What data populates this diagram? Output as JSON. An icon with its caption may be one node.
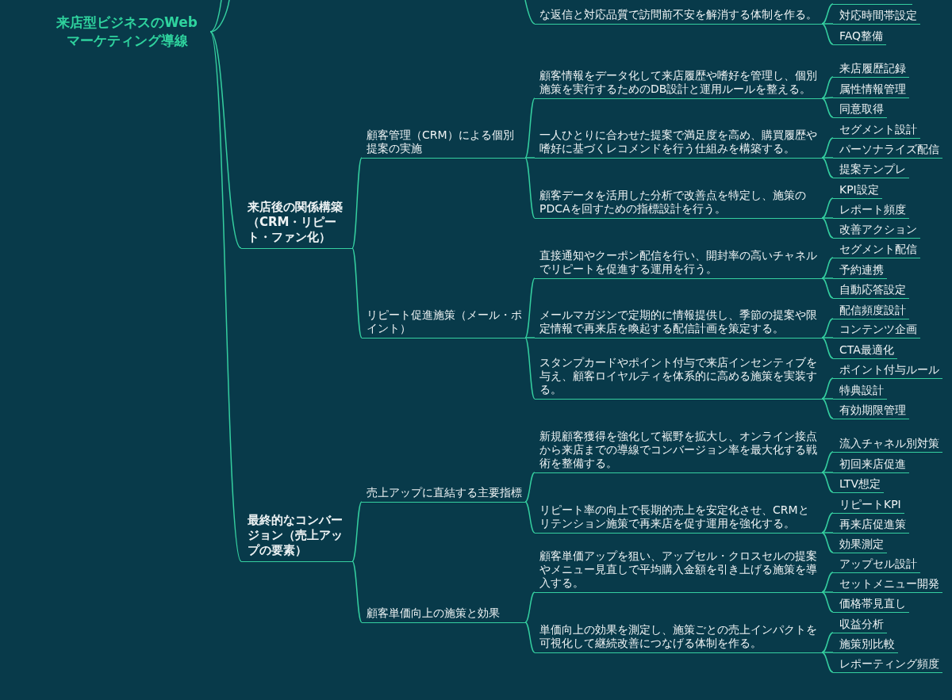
{
  "diagram": {
    "nodes": [
      {
        "text": [
          "来店型ビジネスのWebマーケティング導線"
        ]
      },
      {
        "text": [
          "な返信と対応品質で訪問前不安を解消する体制を作る。"
        ]
      },
      {
        "text": [],
        "shape": "bar"
      },
      {
        "text": [
          "対応時間帯設定"
        ]
      },
      {
        "text": [
          "FAQ整備"
        ]
      },
      {
        "text": [
          "来店後の関係構築（CRM・リピート・ファン化）"
        ]
      },
      {
        "text": [
          "顧客管理（CRM）による個別提案の実施"
        ]
      },
      {
        "text": [
          "顧客情報をデータ化して来店履歴や嗜好を管理し、個別施策を実行するためのDB設計と運用ルールを整える。"
        ]
      },
      {
        "text": [
          "来店履歴記録"
        ]
      },
      {
        "text": [
          "属性情報管理"
        ]
      },
      {
        "text": [
          "同意取得"
        ]
      },
      {
        "text": [
          "一人ひとりに合わせた提案で満足度を高め、購買履歴や嗜好に基づくレコメンドを行う仕組みを構築する。"
        ]
      },
      {
        "text": [
          "セグメント設計"
        ]
      },
      {
        "text": [
          "パーソナライズ配信"
        ]
      },
      {
        "text": [
          "提案テンプレ"
        ]
      },
      {
        "text": [
          "顧客データを活用した分析で改善点を特定し、施策のPDCAを回すための指標設計を行う。"
        ]
      },
      {
        "text": [
          "KPI設定"
        ]
      },
      {
        "text": [
          "レポート頻度"
        ]
      },
      {
        "text": [
          "改善アクション"
        ]
      },
      {
        "text": [
          "リピート促進施策（メール・ポイント）"
        ]
      },
      {
        "text": [
          "直接通知やクーポン配信を行い、開封率の高いチャネルでリピートを促進する運用を行う。"
        ]
      },
      {
        "text": [
          "セグメント配信"
        ]
      },
      {
        "text": [
          "予約連携"
        ]
      },
      {
        "text": [
          "自動応答設定"
        ]
      },
      {
        "text": [
          "メールマガジンで定期的に情報提供し、季節の提案や限定情報で再来店を喚起する配信計画を策定する。"
        ]
      },
      {
        "text": [
          "配信頻度設計"
        ]
      },
      {
        "text": [
          "コンテンツ企画"
        ]
      },
      {
        "text": [
          "CTA最適化"
        ]
      },
      {
        "text": [
          "スタンプカードやポイント付与で来店インセンティブを与え、顧客ロイヤルティを体系的に高める施策を実装する。"
        ]
      },
      {
        "text": [
          "ポイント付与ルール"
        ]
      },
      {
        "text": [
          "特典設計"
        ]
      },
      {
        "text": [
          "有効期限管理"
        ]
      },
      {
        "text": [
          "最終的なコンバージョン（売上アップの要素）"
        ]
      },
      {
        "text": [
          "売上アップに直結する主要指標"
        ]
      },
      {
        "text": [
          "新規顧客獲得を強化して裾野を拡大し、オンライン接点から来店までの導線でコンバージョン率を最大化する戦術を整備する。"
        ]
      },
      {
        "text": [
          "流入チャネル別対策"
        ]
      },
      {
        "text": [
          "初回来店促進"
        ]
      },
      {
        "text": [
          "LTV想定"
        ]
      },
      {
        "text": [
          "リピート率の向上で長期的売上を安定化させ、CRMとリテンション施策で再来店を促す運用を強化する。"
        ]
      },
      {
        "text": [
          "リピートKPI"
        ]
      },
      {
        "text": [
          "再来店促進策"
        ]
      },
      {
        "text": [
          "効果測定"
        ]
      },
      {
        "text": [
          "顧客単価向上の施策と効果"
        ]
      },
      {
        "text": [
          "顧客単価アップを狙い、アップセル・クロスセルの提案やメニュー見直しで平均購入金額を引き上げる施策を導入する。"
        ]
      },
      {
        "text": [
          "アップセル設計"
        ]
      },
      {
        "text": [
          "セットメニュー開発"
        ]
      },
      {
        "text": [
          "価格帯見直し"
        ]
      },
      {
        "text": [
          "単価向上の効果を測定し、施策ごとの売上インパクトを可視化して継続改善につなげる体制を作る。"
        ]
      },
      {
        "text": [
          "収益分析"
        ]
      },
      {
        "text": [
          "施策別比較"
        ]
      },
      {
        "text": [
          "レポーティング頻度"
        ]
      }
    ],
    "edges": [
      {
        "from": 0,
        "to": null,
        "arrow": "none"
      },
      {
        "from": 0,
        "to": null,
        "arrow": "none"
      },
      {
        "from": null,
        "to": 1,
        "arrow": "none"
      },
      {
        "from": 1,
        "to": 2,
        "arrow": "none"
      },
      {
        "from": 1,
        "to": 3,
        "arrow": "none"
      },
      {
        "from": 1,
        "to": 4,
        "arrow": "none"
      },
      {
        "from": 0,
        "to": 5,
        "arrow": "none"
      },
      {
        "from": 5,
        "to": 6,
        "arrow": "none"
      },
      {
        "from": 6,
        "to": 7,
        "arrow": "none"
      },
      {
        "from": 7,
        "to": 8,
        "arrow": "none"
      },
      {
        "from": 7,
        "to": 9,
        "arrow": "none"
      },
      {
        "from": 7,
        "to": 10,
        "arrow": "none"
      },
      {
        "from": 6,
        "to": 11,
        "arrow": "none"
      },
      {
        "from": 11,
        "to": 12,
        "arrow": "none"
      },
      {
        "from": 11,
        "to": 13,
        "arrow": "none"
      },
      {
        "from": 11,
        "to": 14,
        "arrow": "none"
      },
      {
        "from": 6,
        "to": 15,
        "arrow": "none"
      },
      {
        "from": 15,
        "to": 16,
        "arrow": "none"
      },
      {
        "from": 15,
        "to": 17,
        "arrow": "none"
      },
      {
        "from": 15,
        "to": 18,
        "arrow": "none"
      },
      {
        "from": 5,
        "to": 19,
        "arrow": "none"
      },
      {
        "from": 19,
        "to": 20,
        "arrow": "none"
      },
      {
        "from": 20,
        "to": 21,
        "arrow": "none"
      },
      {
        "from": 20,
        "to": 22,
        "arrow": "none"
      },
      {
        "from": 20,
        "to": 23,
        "arrow": "none"
      },
      {
        "from": 19,
        "to": 24,
        "arrow": "none"
      },
      {
        "from": 24,
        "to": 25,
        "arrow": "none"
      },
      {
        "from": 24,
        "to": 26,
        "arrow": "none"
      },
      {
        "from": 24,
        "to": 27,
        "arrow": "none"
      },
      {
        "from": 19,
        "to": 28,
        "arrow": "none"
      },
      {
        "from": 28,
        "to": 29,
        "arrow": "none"
      },
      {
        "from": 28,
        "to": 30,
        "arrow": "none"
      },
      {
        "from": 28,
        "to": 31,
        "arrow": "none"
      },
      {
        "from": 0,
        "to": 32,
        "arrow": "none"
      },
      {
        "from": 32,
        "to": 33,
        "arrow": "none"
      },
      {
        "from": 33,
        "to": 34,
        "arrow": "none"
      },
      {
        "from": 34,
        "to": 35,
        "arrow": "none"
      },
      {
        "from": 34,
        "to": 36,
        "arrow": "none"
      },
      {
        "from": 34,
        "to": 37,
        "arrow": "none"
      },
      {
        "from": 33,
        "to": 38,
        "arrow": "none"
      },
      {
        "from": 38,
        "to": 39,
        "arrow": "none"
      },
      {
        "from": 38,
        "to": 40,
        "arrow": "none"
      },
      {
        "from": 38,
        "to": 41,
        "arrow": "none"
      },
      {
        "from": 32,
        "to": 42,
        "arrow": "none"
      },
      {
        "from": 42,
        "to": 43,
        "arrow": "none"
      },
      {
        "from": 43,
        "to": 44,
        "arrow": "none"
      },
      {
        "from": 43,
        "to": 45,
        "arrow": "none"
      },
      {
        "from": 43,
        "to": 46,
        "arrow": "none"
      },
      {
        "from": 42,
        "to": 47,
        "arrow": "none"
      },
      {
        "from": 47,
        "to": 48,
        "arrow": "none"
      },
      {
        "from": 47,
        "to": 49,
        "arrow": "none"
      },
      {
        "from": 47,
        "to": 50,
        "arrow": "none"
      }
    ]
  }
}
